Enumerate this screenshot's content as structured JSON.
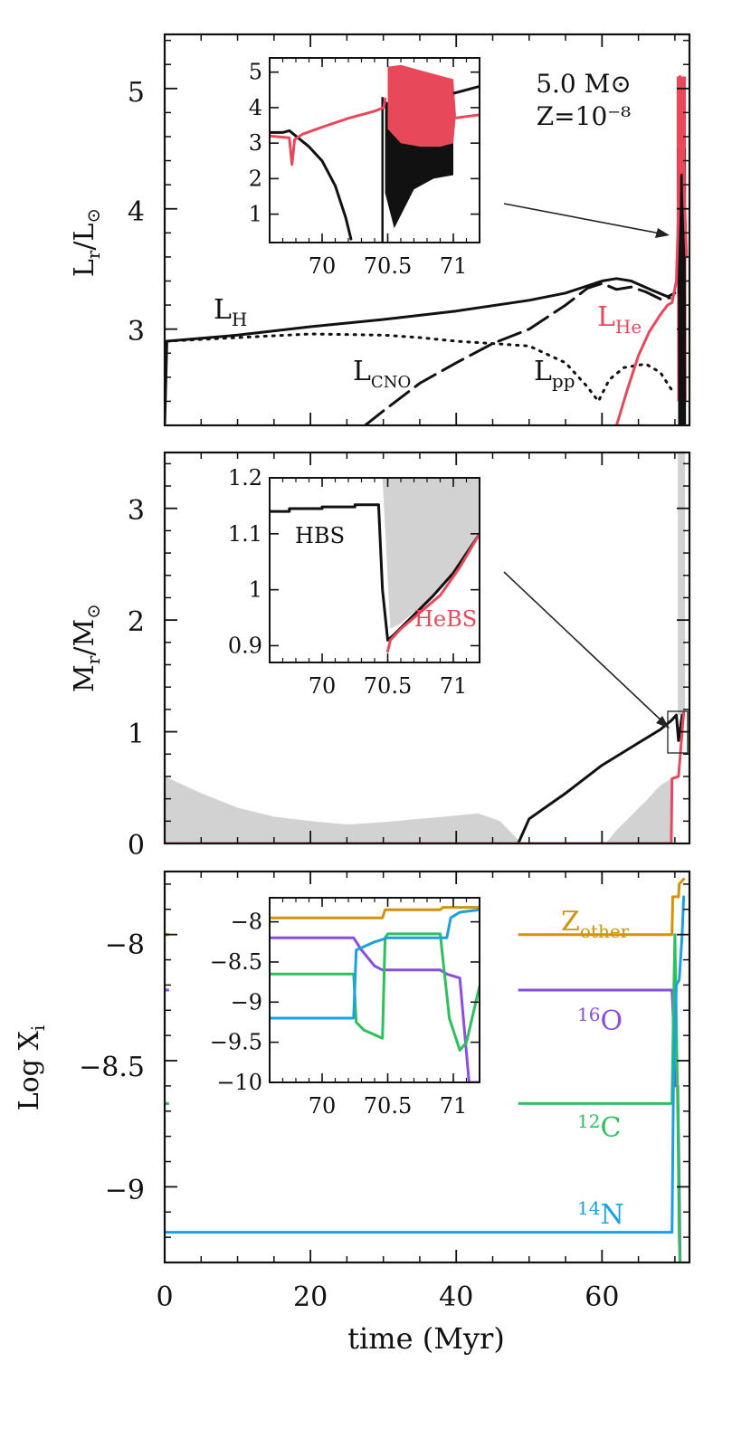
{
  "colors": {
    "black": "#111111",
    "red": "#e8495a",
    "grey": "#d2d2d2",
    "orange": "#d4920a",
    "purple": "#8a4de0",
    "green": "#2cc15c",
    "blue": "#1ba1e2"
  },
  "chart_data": [
    {
      "type": "line",
      "panel": "luminosity",
      "ylabel": "Lr/L⊙",
      "xlim": [
        0,
        72
      ],
      "ylim": [
        2.2,
        5.45
      ],
      "xticks": [
        "0",
        "20",
        "40",
        "60"
      ],
      "yticks": [
        "3",
        "4",
        "5"
      ],
      "annotations": {
        "mass": "5.0 M⊙",
        "metallicity": "Z=10⁻⁸"
      },
      "series": [
        {
          "name": "L_H",
          "label_main": "L",
          "label_sub": "H",
          "color": "black",
          "dash": "solid",
          "x": [
            0,
            0.3,
            10,
            20,
            30,
            40,
            50,
            55,
            60,
            62,
            64,
            67,
            69,
            70
          ],
          "y": [
            2.2,
            2.9,
            2.95,
            3.02,
            3.08,
            3.15,
            3.24,
            3.3,
            3.4,
            3.42,
            3.4,
            3.32,
            3.27,
            3.3
          ]
        },
        {
          "name": "L_pp",
          "label_main": "L",
          "label_sub": "pp",
          "color": "black",
          "dash": "dotted",
          "x": [
            0.3,
            10,
            20,
            30,
            35,
            40,
            45,
            50,
            55,
            58,
            59.5,
            61,
            63,
            66,
            68,
            69.5
          ],
          "y": [
            2.9,
            2.93,
            2.96,
            2.95,
            2.93,
            2.9,
            2.88,
            2.86,
            2.72,
            2.52,
            2.4,
            2.58,
            2.68,
            2.71,
            2.64,
            2.5
          ]
        },
        {
          "name": "L_CNO",
          "label_main": "L",
          "label_sub": "CNO",
          "color": "black",
          "dash": "dashed",
          "x": [
            27.5,
            30,
            35,
            40,
            45,
            50,
            55,
            58,
            60,
            62,
            64,
            66,
            68,
            69.3
          ],
          "y": [
            2.2,
            2.32,
            2.55,
            2.72,
            2.88,
            3.0,
            3.2,
            3.34,
            3.38,
            3.33,
            3.35,
            3.31,
            3.25,
            3.26
          ]
        },
        {
          "name": "L_He",
          "label_main": "L",
          "label_sub": "He",
          "color": "red",
          "dash": "solid",
          "x": [
            62,
            63.5,
            65,
            66.5,
            68,
            69,
            69.6,
            70.2,
            70.5,
            70.7,
            70.9,
            71.1,
            71.3,
            71.6
          ],
          "y": [
            2.2,
            2.5,
            2.78,
            2.98,
            3.12,
            3.2,
            3.22,
            3.4,
            4.0,
            5.1,
            4.3,
            5.0,
            4.1,
            3.6
          ]
        }
      ],
      "inset": {
        "xlim": [
          69.6,
          71.2
        ],
        "ylim": [
          0.2,
          5.4
        ],
        "xticks": [
          "70",
          "70.5",
          "71"
        ],
        "yticks": [
          "1",
          "2",
          "3",
          "4",
          "5"
        ],
        "series": [
          {
            "name": "L_H",
            "color": "black",
            "x": [
              69.6,
              69.7,
              69.75,
              69.8,
              69.9,
              70.0,
              70.1,
              70.18,
              70.22
            ],
            "y": [
              3.3,
              3.3,
              3.35,
              3.2,
              2.9,
              2.5,
              1.8,
              0.9,
              0.3
            ]
          },
          {
            "name": "L_He",
            "color": "red",
            "x": [
              69.6,
              69.75,
              69.77,
              69.79,
              69.85,
              70.0,
              70.2,
              70.4,
              70.47,
              70.48
            ],
            "y": [
              3.2,
              3.15,
              2.4,
              3.1,
              3.25,
              3.45,
              3.7,
              3.9,
              4.0,
              4.25
            ]
          }
        ]
      }
    },
    {
      "type": "line",
      "panel": "mass_coordinate",
      "ylabel": "Mr/M⊙",
      "xlim": [
        0,
        72
      ],
      "ylim": [
        0,
        3.5
      ],
      "xticks": [
        "0",
        "20",
        "40",
        "60"
      ],
      "yticks": [
        "0",
        "1",
        "2",
        "3"
      ],
      "series": [
        {
          "name": "HBS",
          "color": "black",
          "x": [
            48.5,
            50,
            55,
            60,
            65,
            68,
            69.5,
            70.2,
            70.5,
            71
          ],
          "y": [
            0,
            0.22,
            0.45,
            0.7,
            0.9,
            1.02,
            1.1,
            1.15,
            0.92,
            1.15
          ]
        },
        {
          "name": "HeBS",
          "color": "red",
          "x": [
            0,
            69.5,
            69.6,
            70.5,
            71.2
          ],
          "y": [
            0,
            0,
            0.58,
            0.6,
            1.17
          ]
        }
      ],
      "convective_zones": [
        {
          "x": [
            0,
            5,
            10,
            15,
            20,
            25,
            30,
            35,
            40,
            43,
            46,
            49
          ],
          "y": [
            0.6,
            0.45,
            0.32,
            0.24,
            0.2,
            0.17,
            0.19,
            0.22,
            0.25,
            0.27,
            0.2,
            0
          ]
        },
        {
          "x": [
            60.5,
            62,
            64,
            66,
            68,
            69.5
          ],
          "y": [
            0,
            0.12,
            0.25,
            0.38,
            0.52,
            0.58
          ]
        }
      ],
      "inset": {
        "xlim": [
          69.6,
          71.2
        ],
        "ylim": [
          0.87,
          1.2
        ],
        "xticks": [
          "70",
          "70.5",
          "71"
        ],
        "yticks": [
          "0.9",
          "1",
          "1.1",
          "1.2"
        ],
        "labels": {
          "hbs": "HBS",
          "hebs": "HeBS"
        },
        "series": [
          {
            "name": "HBS",
            "color": "black",
            "x": [
              69.6,
              69.75,
              69.75,
              70.0,
              70.0,
              70.25,
              70.25,
              70.43,
              70.46,
              70.5,
              70.55,
              70.7,
              70.85,
              71.0,
              71.2
            ],
            "y": [
              1.14,
              1.14,
              1.145,
              1.145,
              1.148,
              1.148,
              1.152,
              1.152,
              1.0,
              0.91,
              0.92,
              0.955,
              0.99,
              1.03,
              1.1
            ]
          },
          {
            "name": "HeBS",
            "color": "red",
            "x": [
              70.5,
              70.52,
              70.6,
              70.75,
              70.9,
              71.05,
              71.2
            ],
            "y": [
              0.89,
              0.91,
              0.93,
              0.96,
              0.99,
              1.04,
              1.1
            ]
          }
        ]
      }
    },
    {
      "type": "line",
      "panel": "abundances",
      "ylabel": "Log Xi",
      "xlabel": "time (Myr)",
      "xlim": [
        0,
        72
      ],
      "ylim": [
        -9.3,
        -7.75
      ],
      "xticks": [
        "0",
        "20",
        "40",
        "60"
      ],
      "yticks": [
        "-8",
        "-8.5",
        "-9"
      ],
      "series": [
        {
          "name": "Z_other",
          "label_main": "Z",
          "label_sub": "other",
          "color": "orange",
          "x": [
            0,
            69.6,
            69.7,
            70.5,
            70.6,
            71.2
          ],
          "y": [
            -8.0,
            -8.0,
            -7.85,
            -7.85,
            -7.8,
            -7.78
          ]
        },
        {
          "name": "16O",
          "label_main": "O",
          "label_sup": "16",
          "color": "purple",
          "x": [
            0,
            69.6,
            69.8,
            70.0,
            70.4,
            70.6,
            70.8,
            71.2
          ],
          "y": [
            -8.22,
            -8.22,
            -8.35,
            -8.6,
            -8.6,
            -9.0,
            -9.5,
            -9.9
          ]
        },
        {
          "name": "12C",
          "label_main": "C",
          "label_sup": "12",
          "color": "green",
          "x": [
            0,
            69.6,
            69.8,
            70.0,
            70.4,
            70.6,
            71.0,
            71.2
          ],
          "y": [
            -8.67,
            -8.67,
            -8.3,
            -8.0,
            -8.7,
            -9.2,
            -9.6,
            -10.0
          ]
        },
        {
          "name": "14N",
          "label_main": "N",
          "label_sup": "14",
          "color": "blue",
          "x": [
            0,
            69.6,
            69.8,
            70.2,
            70.6,
            71.0,
            71.2
          ],
          "y": [
            -9.18,
            -9.18,
            -8.6,
            -8.2,
            -8.18,
            -8.0,
            -7.85
          ]
        }
      ],
      "inset": {
        "xlim": [
          69.6,
          71.2
        ],
        "ylim": [
          -10.0,
          -7.7
        ],
        "xticks": [
          "70",
          "70.5",
          "71"
        ],
        "yticks": [
          "-8",
          "-8.5",
          "-9",
          "-9.5",
          "-10"
        ],
        "series": [
          {
            "name": "Z_other",
            "color": "orange",
            "x": [
              69.6,
              70.46,
              70.48,
              70.9,
              70.92,
              71.2
            ],
            "y": [
              -7.95,
              -7.95,
              -7.85,
              -7.85,
              -7.82,
              -7.82
            ]
          },
          {
            "name": "16O",
            "color": "purple",
            "x": [
              69.6,
              70.24,
              70.3,
              70.4,
              70.46,
              70.5,
              70.9,
              70.95,
              71.05,
              71.12,
              71.2
            ],
            "y": [
              -8.2,
              -8.2,
              -8.35,
              -8.55,
              -8.6,
              -8.6,
              -8.6,
              -8.65,
              -8.7,
              -10.0,
              -10.0
            ]
          },
          {
            "name": "12C",
            "color": "green",
            "x": [
              69.6,
              70.24,
              70.26,
              70.32,
              70.46,
              70.48,
              70.5,
              70.9,
              70.97,
              71.05,
              71.1,
              71.2
            ],
            "y": [
              -8.65,
              -8.65,
              -9.25,
              -9.35,
              -9.45,
              -8.2,
              -8.15,
              -8.15,
              -9.2,
              -9.6,
              -9.5,
              -8.8
            ]
          },
          {
            "name": "14N",
            "color": "blue",
            "x": [
              69.6,
              70.24,
              70.26,
              70.4,
              70.5,
              70.95,
              70.98,
              71.05,
              71.2
            ],
            "y": [
              -9.2,
              -9.2,
              -8.35,
              -8.25,
              -8.2,
              -8.2,
              -7.95,
              -7.88,
              -7.85
            ]
          }
        ]
      }
    }
  ]
}
